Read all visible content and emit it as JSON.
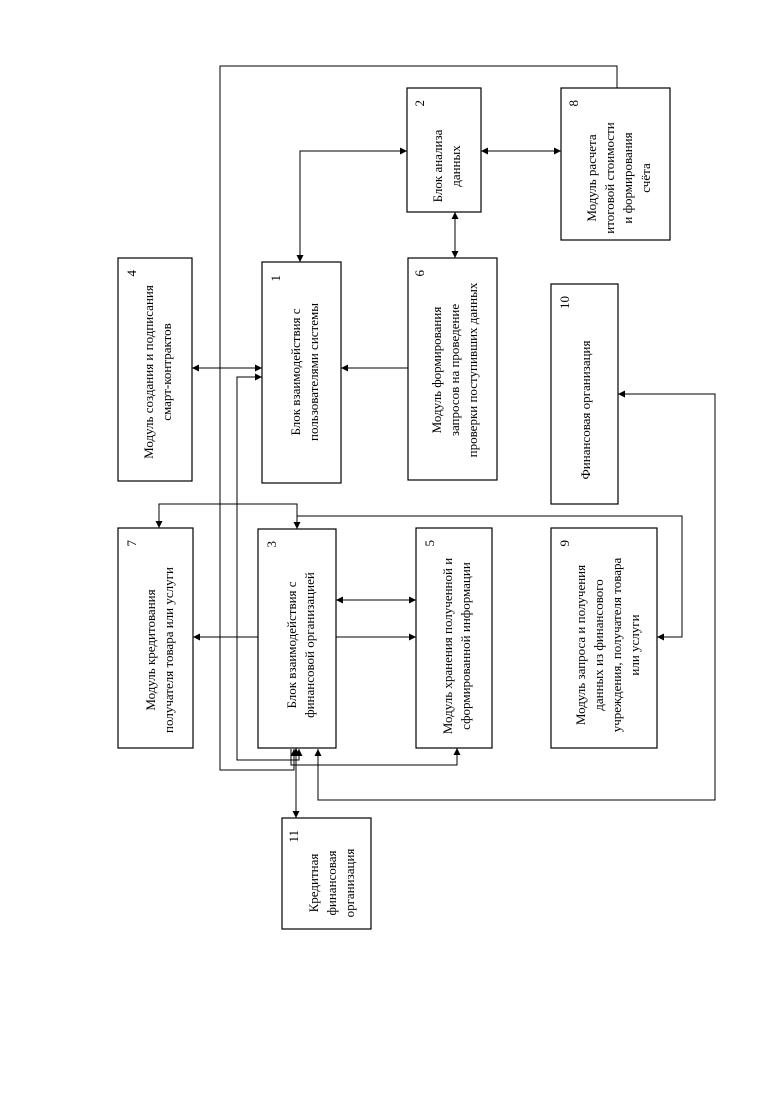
{
  "blocks": [
    {
      "id": "b1",
      "number": "1",
      "lines": [
        "Блок взаимодействия с",
        "пользователями системы"
      ]
    },
    {
      "id": "b2",
      "number": "2",
      "lines": [
        "Блок анализа",
        "данных"
      ]
    },
    {
      "id": "b3",
      "number": "3",
      "lines": [
        "Блок взаимодействия с",
        "финансовой организацией"
      ]
    },
    {
      "id": "b4",
      "number": "4",
      "lines": [
        "Модуль создания и подписания",
        "смарт-контрактов"
      ]
    },
    {
      "id": "b5",
      "number": "5",
      "lines": [
        "Модуль хранения полученной и",
        "сформированной информации"
      ]
    },
    {
      "id": "b6",
      "number": "6",
      "lines": [
        "Модуль формирования",
        "запросов на проведение",
        "проверки поступивших данных"
      ]
    },
    {
      "id": "b7",
      "number": "7",
      "lines": [
        "Модуль кредитования",
        "получателя товара или услуги"
      ]
    },
    {
      "id": "b8",
      "number": "8",
      "lines": [
        "Модуль расчета",
        "итоговой стоимости",
        "и формирования",
        "счёта"
      ]
    },
    {
      "id": "b9",
      "number": "9",
      "lines": [
        "Модуль запроса и получения",
        "данных из финансового",
        "учреждения, получателя товара",
        "или услуги"
      ]
    },
    {
      "id": "b10",
      "number": "10",
      "lines": [
        "Финансовая организация"
      ]
    },
    {
      "id": "b11",
      "number": "11",
      "lines": [
        "Кредитная",
        "финансовая",
        "организация"
      ]
    }
  ]
}
